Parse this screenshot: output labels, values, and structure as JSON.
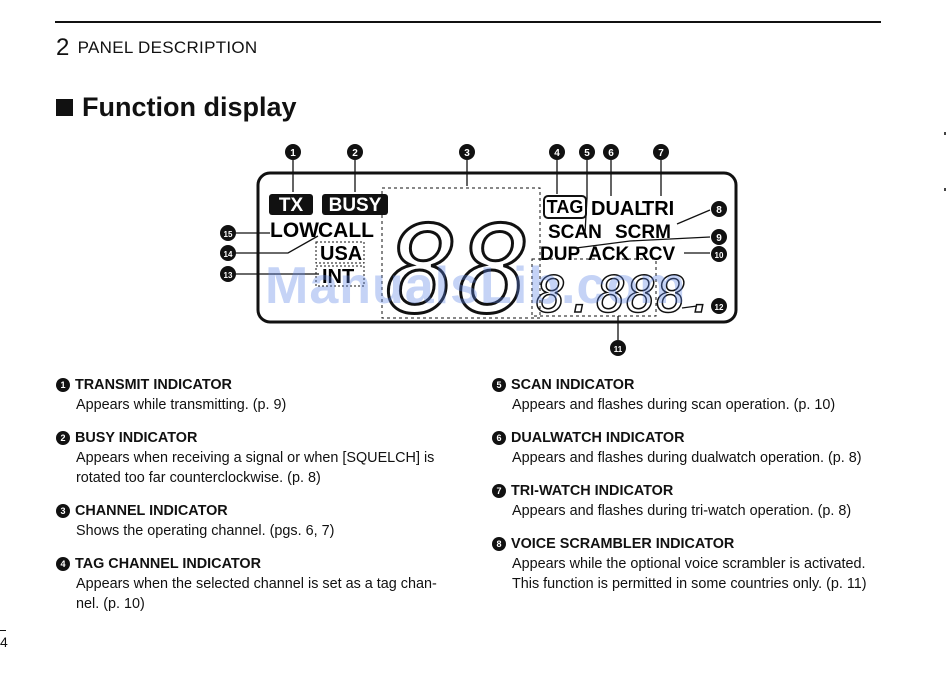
{
  "header": {
    "section_number": "2",
    "section_title": "PANEL DESCRIPTION"
  },
  "title": "Function display",
  "display": {
    "tx": "TX",
    "busy": "BUSY",
    "tag": "TAG",
    "dual": "DUAL",
    "tri": "TRI",
    "low": "LOW",
    "call": "CALL",
    "usa": "USA",
    "int": "INT",
    "scan": "SCAN",
    "scrm": "SCRM",
    "dup": "DUP",
    "ack": "ACK",
    "rcv": "RCV",
    "seg_big": "88",
    "seg_small": "8.888."
  },
  "callouts": [
    "1",
    "2",
    "3",
    "4",
    "5",
    "6",
    "7",
    "8",
    "9",
    "10",
    "11",
    "12",
    "13",
    "14",
    "15"
  ],
  "descriptions_left": [
    {
      "num": "1",
      "title": "TRANSMIT INDICATOR",
      "text": "Appears while transmitting. (p. 9)"
    },
    {
      "num": "2",
      "title": "BUSY INDICATOR",
      "text": "Appears when receiving a signal or when [SQUELCH] is rotated too far counterclockwise. (p. 8)"
    },
    {
      "num": "3",
      "title": "CHANNEL INDICATOR",
      "text": "Shows the operating channel. (pgs. 6, 7)"
    },
    {
      "num": "4",
      "title": "TAG CHANNEL INDICATOR",
      "text": "Appears when the selected channel is set as a tag chan-nel. (p. 10)"
    }
  ],
  "descriptions_right": [
    {
      "num": "5",
      "title": "SCAN INDICATOR",
      "text": "Appears and flashes during scan operation. (p. 10)"
    },
    {
      "num": "6",
      "title": "DUALWATCH INDICATOR",
      "text": "Appears and flashes during dualwatch operation. (p. 8)"
    },
    {
      "num": "7",
      "title": "TRI-WATCH INDICATOR",
      "text": "Appears and flashes during tri-watch operation. (p. 8)"
    },
    {
      "num": "8",
      "title": "VOICE SCRAMBLER INDICATOR",
      "text": "Appears while the optional voice scrambler is activated. This function is permitted in some countries only. (p. 11)"
    }
  ],
  "watermark": "ManualsLib.com",
  "page_number": "4"
}
